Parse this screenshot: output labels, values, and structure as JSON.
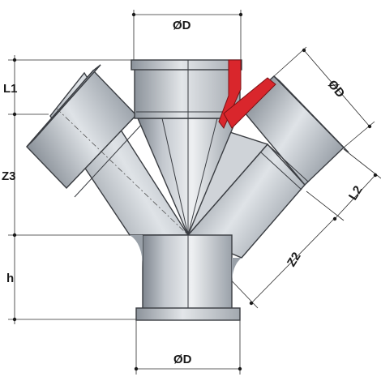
{
  "diagram": {
    "labels": {
      "top_diameter": "ØD",
      "branch_diameter": "ØD",
      "bottom_diameter": "ØD",
      "socket_length_left": "L1",
      "socket_length_right": "L2",
      "branch_offset_left": "Z3",
      "branch_offset_right": "Z2",
      "spigot_height": "h"
    },
    "colors": {
      "pipe_light": "#e9ecef",
      "pipe_mid": "#b7bdc4",
      "pipe_dark": "#868d96",
      "outline": "#3a3d42",
      "cut_section": "#d9262c"
    }
  }
}
